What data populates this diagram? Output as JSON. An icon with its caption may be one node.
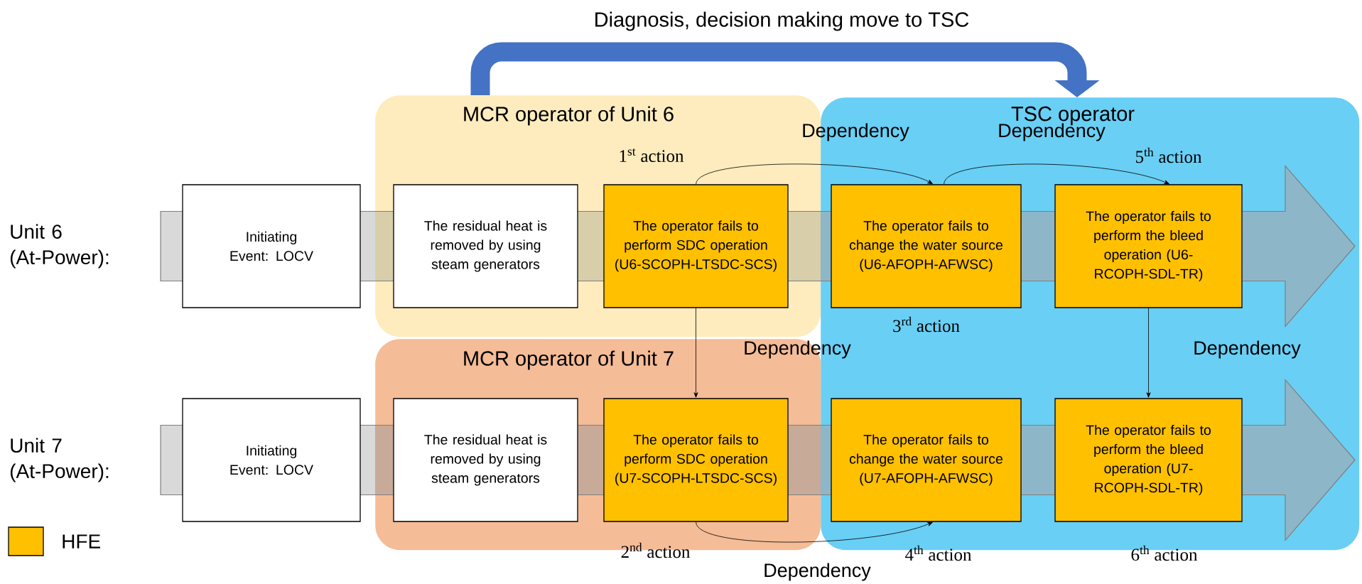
{
  "diagram": {
    "nodes": [
      {
        "text": [
          "Initiating Event: LOCV"
        ]
      },
      {
        "text": [
          "MCR operator of Unit 6"
        ]
      },
      {
        "text": [
          "The residual heat is removed by using steam generators"
        ],
        "in": 1
      },
      {
        "text": [
          "The operator fails to perform SDC operation (U6-SCOPH-LTSDC-SCS)"
        ],
        "in": 1,
        "beside": [
          "1$^{st}$ action"
        ]
      },
      {
        "text": [
          "TSC operator"
        ]
      },
      {
        "text": [
          "The operator fails to change the water source (U6-AFOPH-AFWSC)"
        ],
        "in": 4,
        "beside": [
          "3$^{rd}$ action"
        ]
      },
      {
        "text": [
          "The operator fails to perform the bleed operation (U6-RCOPH-SDL-TR)"
        ],
        "in": 4,
        "beside": [
          "5$^{th}$ action"
        ]
      },
      {
        "text": [
          "Initiating Event: LOCV"
        ]
      },
      {
        "text": [
          "MCR operator of Unit 7"
        ]
      },
      {
        "text": [
          "The residual heat is removed by using steam generators"
        ],
        "in": 8
      },
      {
        "text": [
          "The operator fails to perform SDC operation (U7-SCOPH-LTSDC-SCS)"
        ],
        "in": 8,
        "beside": [
          "2$^{nd}$ action"
        ]
      },
      {
        "text": [
          "The operator fails to change the water source (U7-AFOPH-AFWSC)"
        ],
        "in": 4,
        "beside": [
          "4$^{th}$ action"
        ]
      },
      {
        "text": [
          "The operator fails to perform the bleed operation (U7-RCOPH-SDL-TR)"
        ],
        "in": 4,
        "beside": [
          "6$^{th}$ action"
        ]
      }
    ],
    "edges": [
      {
        "from": 3,
        "to": 5,
        "arrow": "to",
        "label": "Dependency"
      },
      {
        "from": 5,
        "to": 6,
        "arrow": "to",
        "label": "Dependency"
      },
      {
        "from": 3,
        "to": 10,
        "arrow": "to",
        "label": "Dependency"
      },
      {
        "from": 6,
        "to": 12,
        "arrow": "to",
        "label": "Dependency"
      },
      {
        "from": 10,
        "to": 11,
        "arrow": "to",
        "label": "Dependency"
      },
      {
        "from": 1,
        "to": 4,
        "arrow": "to",
        "label": "Diagnosis, decision making move to TSC",
        "style": "thick",
        "color": "#4472c4"
      }
    ],
    "labels": [
      "Unit 6 (At-Power):",
      "Unit 7 (At-Power):"
    ],
    "legend": [
      {
        "text": "HFE",
        "color": "#ffc000"
      }
    ]
  }
}
